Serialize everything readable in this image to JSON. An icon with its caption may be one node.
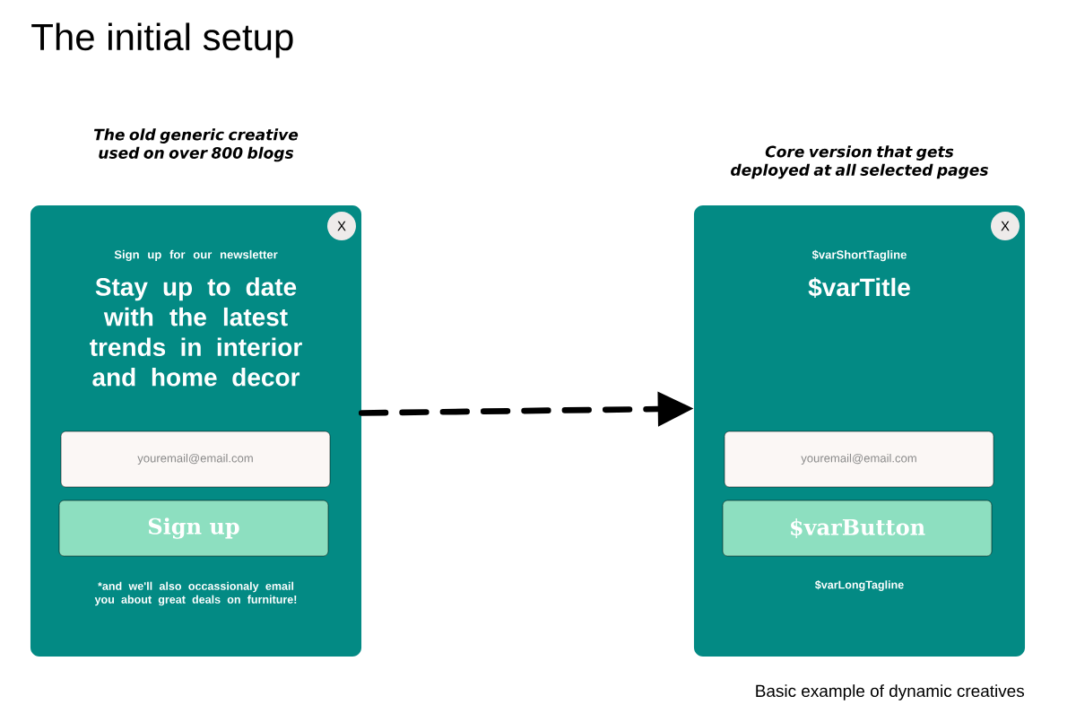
{
  "diagram": {
    "title": "The initial setup",
    "caption": "Basic example of dynamic creatives",
    "nodes": [
      {
        "text": [
          "Sign up for our newsletter",
          "Stay up to date with the latest trends in interior and home decor",
          "*and we'll also occassionaly email you about great deals on furniture!"
        ],
        "beside": [
          "The old generic creative used on over 800 blogs"
        ]
      },
      {
        "text": [
          "X"
        ],
        "in": 0
      },
      {
        "text": [
          "youremail@email.com"
        ],
        "in": 0
      },
      {
        "text": [
          "Sign up"
        ],
        "in": 0
      },
      {
        "text": [
          "$varShortTagline",
          "$varTitle",
          "$varLongTagline"
        ],
        "beside": [
          "Core version that gets deployed at all selected pages"
        ]
      },
      {
        "text": [
          "X"
        ],
        "in": 4
      },
      {
        "text": [
          "youremail@email.com"
        ],
        "in": 4
      },
      {
        "text": [
          "$varButton"
        ],
        "in": 4
      }
    ],
    "edges": [
      {
        "from": 0,
        "to": 4,
        "arrow": "to",
        "style": "dashed"
      }
    ]
  }
}
